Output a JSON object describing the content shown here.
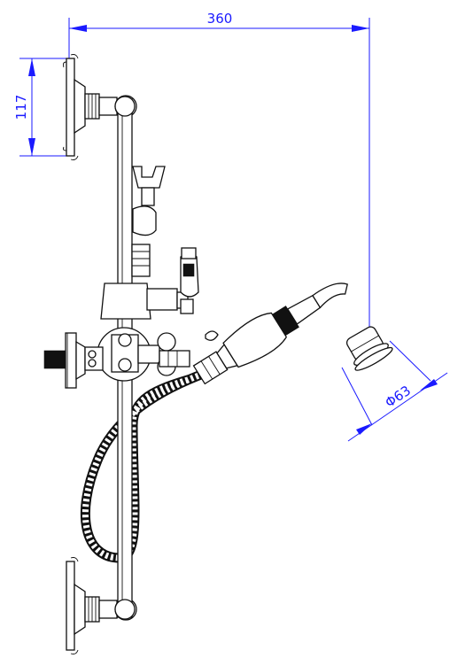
{
  "dimensions": {
    "width_label": "360",
    "height_label": "117",
    "diameter_label": "Φ63"
  },
  "colors": {
    "dimension": "#1a1aff",
    "drawing": "#111111"
  }
}
